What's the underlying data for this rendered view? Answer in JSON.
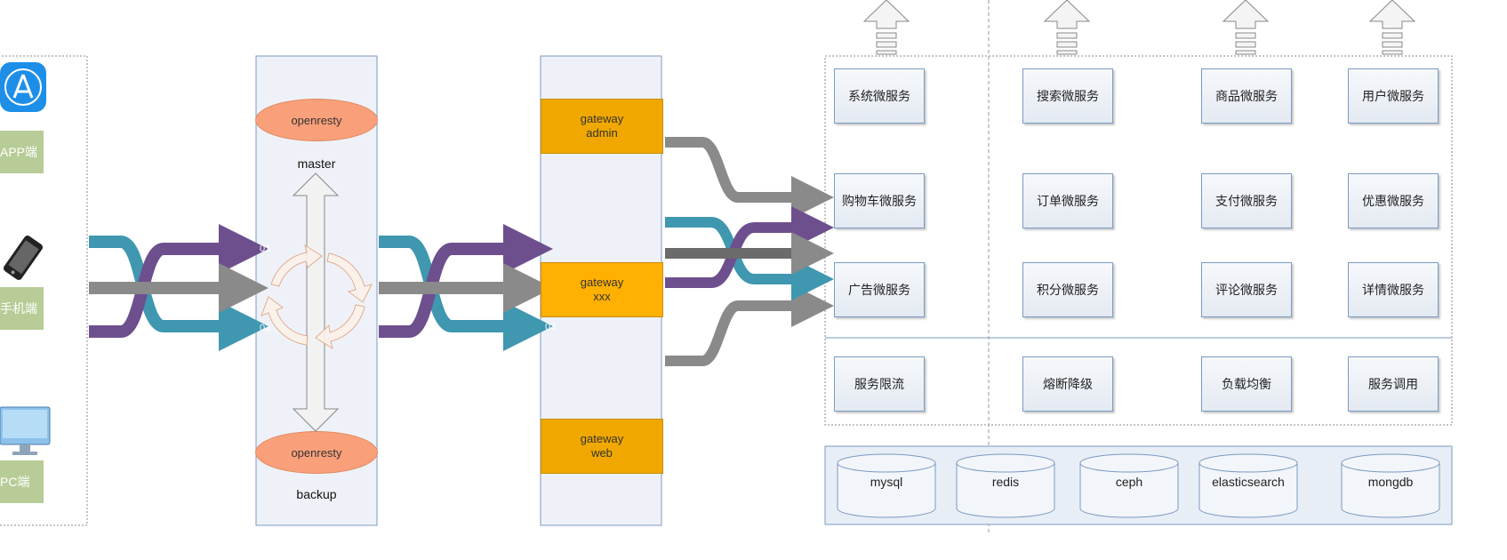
{
  "clients": {
    "app": "APP端",
    "mobile": "手机端",
    "pc": "PC端"
  },
  "nginx": {
    "master_name": "openresty",
    "master_label": "master",
    "backup_name": "openresty",
    "backup_label": "backup"
  },
  "port_labels": {
    "left_top": "01",
    "left_bottom": "03",
    "mid_bottom": "03"
  },
  "gateways": [
    {
      "line1": "gateway",
      "line2": "admin"
    },
    {
      "line1": "gateway",
      "line2": "xxx"
    },
    {
      "line1": "gateway",
      "line2": "web"
    }
  ],
  "services": [
    "系统微服务",
    "搜索微服务",
    "商品微服务",
    "用户微服务",
    "购物车微服务",
    "订单微服务",
    "支付微服务",
    "优惠微服务",
    "广告微服务",
    "积分微服务",
    "评论微服务",
    "详情微服务"
  ],
  "governance": [
    "服务限流",
    "熔断降级",
    "负载均衡",
    "服务调用"
  ],
  "databases": [
    "mysql",
    "redis",
    "ceph",
    "elasticsearch",
    "mongdb"
  ],
  "colors": {
    "teal": "#3f97b0",
    "purple": "#6e4f8e",
    "gray": "#8a8a8a",
    "gateway": "#f0a800",
    "openresty": "#f9a07a",
    "client_label": "#b7cc96"
  }
}
